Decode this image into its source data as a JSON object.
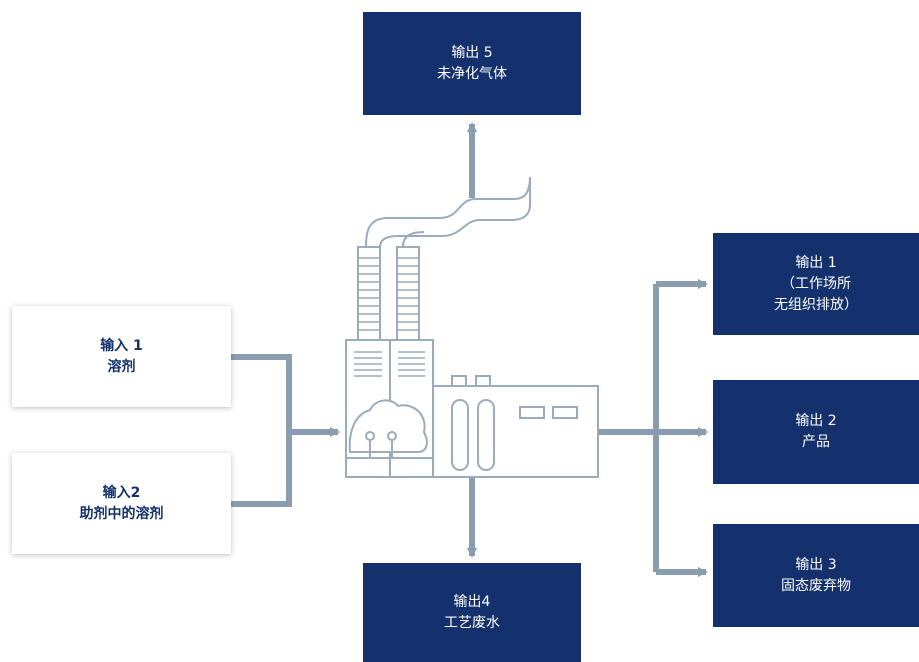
{
  "inputs": [
    {
      "lines": [
        "输入 1",
        "溶剂"
      ]
    },
    {
      "lines": [
        "输入2",
        "助剂中的溶剂"
      ]
    }
  ],
  "outputs": {
    "top": {
      "lines": [
        "输出 5",
        "未净化气体"
      ]
    },
    "right": [
      {
        "lines": [
          "输出 1",
          "（工作场所",
          "无组织排放）"
        ]
      },
      {
        "lines": [
          "输出 2",
          "产品"
        ]
      },
      {
        "lines": [
          "输出 3",
          "固态废弃物"
        ]
      }
    ],
    "bottom": {
      "lines": [
        "输出4",
        "工艺废水"
      ]
    }
  },
  "colors": {
    "output_box": "#14316e",
    "input_text": "#14316e",
    "arrow": "#8a9db0",
    "factory_line": "#9aabbb"
  },
  "icons": [
    "factory-icon"
  ]
}
